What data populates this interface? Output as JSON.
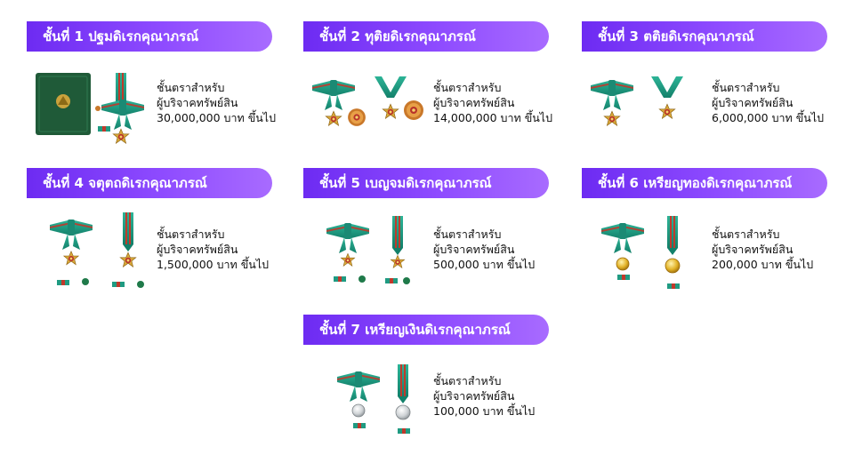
{
  "colors": {
    "header_start": "#6d2bf2",
    "header_end": "#a86bff",
    "ribbon_green": "#1f9b82",
    "ribbon_red": "#c0392b",
    "case_green": "#1f5a38"
  },
  "classes": [
    {
      "title": "ชั้นที่ 1 ปฐมดิเรกคุณาภรณ์",
      "line1": "ชั้นตราสำหรับ",
      "line2": "ผู้บริจาคทรัพย์สิน",
      "line3": "30,000,000 บาท ขึ้นไป",
      "icon": "first-class-medal-set-icon"
    },
    {
      "title": "ชั้นที่ 2 ทุติยดิเรกคุณาภรณ์",
      "line1": "ชั้นตราสำหรับ",
      "line2": "ผู้บริจาคทรัพย์สิน",
      "line3": "14,000,000 บาท ขึ้นไป",
      "icon": "second-class-medal-set-icon"
    },
    {
      "title": "ชั้นที่ 3 ตติยดิเรกคุณาภรณ์",
      "line1": "ชั้นตราสำหรับ",
      "line2": "ผู้บริจาคทรัพย์สิน",
      "line3": "6,000,000 บาท ขึ้นไป",
      "icon": "third-class-medal-set-icon"
    },
    {
      "title": "ชั้นที่ 4 จตุตถดิเรกคุณาภรณ์",
      "line1": "ชั้นตราสำหรับ",
      "line2": "ผู้บริจาคทรัพย์สิน",
      "line3": "1,500,000 บาท ขึ้นไป",
      "icon": "fourth-class-medal-set-icon"
    },
    {
      "title": "ชั้นที่ 5 เบญจมดิเรกคุณาภรณ์",
      "line1": "ชั้นตราสำหรับ",
      "line2": "ผู้บริจาคทรัพย์สิน",
      "line3": "500,000 บาท ขึ้นไป",
      "icon": "fifth-class-medal-set-icon"
    },
    {
      "title": "ชั้นที่ 6 เหรียญทองดิเรกคุณาภรณ์",
      "line1": "ชั้นตราสำหรับ",
      "line2": "ผู้บริจาคทรัพย์สิน",
      "line3": "200,000 บาท ขึ้นไป",
      "icon": "gold-medal-set-icon"
    },
    {
      "title": "ชั้นที่ 7 เหรียญเงินดิเรกคุณาภรณ์",
      "line1": "ชั้นตราสำหรับ",
      "line2": "ผู้บริจาคทรัพย์สิน",
      "line3": "100,000 บาท ขึ้นไป",
      "icon": "silver-medal-set-icon"
    }
  ]
}
